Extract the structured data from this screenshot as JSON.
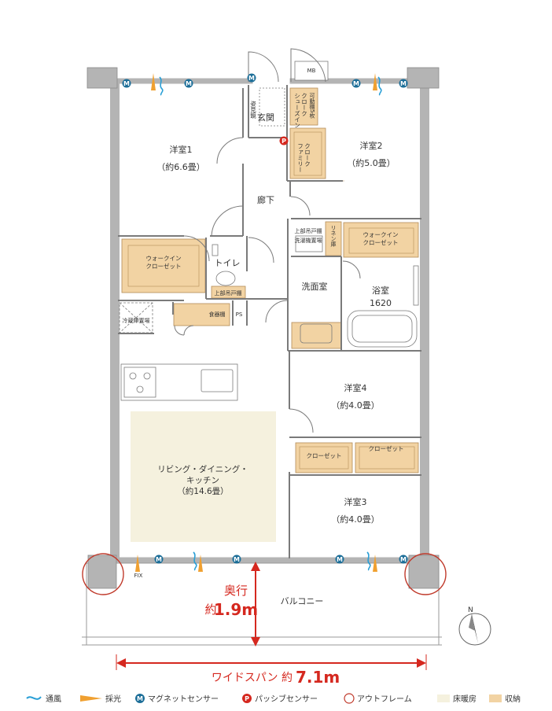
{
  "rooms": {
    "western1": {
      "name": "洋室1",
      "size": "（約6.6畳）"
    },
    "western2": {
      "name": "洋室2",
      "size": "（約5.0畳）"
    },
    "western3": {
      "name": "洋室3",
      "size": "（約4.0畳）"
    },
    "western4": {
      "name": "洋室4",
      "size": "（約4.0畳）"
    },
    "ldk": {
      "line1": "リビング・ダイニング・",
      "line2": "キッチン",
      "size": "（約14.6畳）"
    },
    "entrance": "玄関",
    "hallway": "廊下",
    "toilet": "トイレ",
    "washroom": "洗面室",
    "bath": {
      "name": "浴室",
      "size": "1620"
    },
    "balcony": "バルコニー"
  },
  "storage": {
    "walkin1": {
      "line1": "ウォークイン",
      "line2": "クローゼット"
    },
    "walkin2": {
      "line1": "ウォークイン",
      "line2": "クローゼット"
    },
    "shoes_closet": {
      "line1": "シューズイン",
      "line2": "クローク"
    },
    "movable_shelf": {
      "line1": "可動棚5枚"
    },
    "family_closet": {
      "line1": "ファミリー",
      "line2": "クローク"
    },
    "closet4": "クローゼット",
    "closet3": "クローゼット",
    "upper_cabinet1": "上部吊戸棚",
    "upper_cabinet2": "上部吊戸棚",
    "washer_place": "洗濯機置場",
    "linen": "リネン庫",
    "fridge": "冷蔵庫置場",
    "dish": "食器棚",
    "ps": "PS",
    "mirror": "姿見鏡",
    "mb": "MB",
    "fix": "FIX"
  },
  "dimensions": {
    "depth_label": "奥行",
    "depth_prefix": "約",
    "depth_value": "1.9m",
    "span_label": "ワイドスパン 約",
    "span_value": "7.1m"
  },
  "compass": "N",
  "legend": [
    {
      "label": "通風",
      "icon": "wave-icon",
      "color": "#2a9fd6"
    },
    {
      "label": "採光",
      "icon": "sunlight-icon",
      "color": "#f0a030"
    },
    {
      "label": "マグネットセンサー",
      "icon": "magnet-sensor-icon",
      "color": "#1c6e98"
    },
    {
      "label": "パッシブセンサー",
      "icon": "passive-sensor-icon",
      "color": "#d5281f"
    },
    {
      "label": "アウトフレーム",
      "icon": "outframe-icon",
      "color": "#c03a2b"
    },
    {
      "label": "床暖房",
      "icon": "floor-heating-swatch",
      "color": "#f5f1de"
    },
    {
      "label": "収納",
      "icon": "storage-swatch",
      "color": "#f2d3a3"
    }
  ],
  "sensor_letters": {
    "magnet": "M",
    "passive": "P"
  },
  "colors": {
    "storage": "#f2d3a3",
    "heating": "#f5f1de",
    "wall": "#b4b4b4",
    "accent": "#d5281f",
    "magnet": "#1c6e98",
    "wind": "#2a9fd6",
    "light": "#f0a030"
  }
}
